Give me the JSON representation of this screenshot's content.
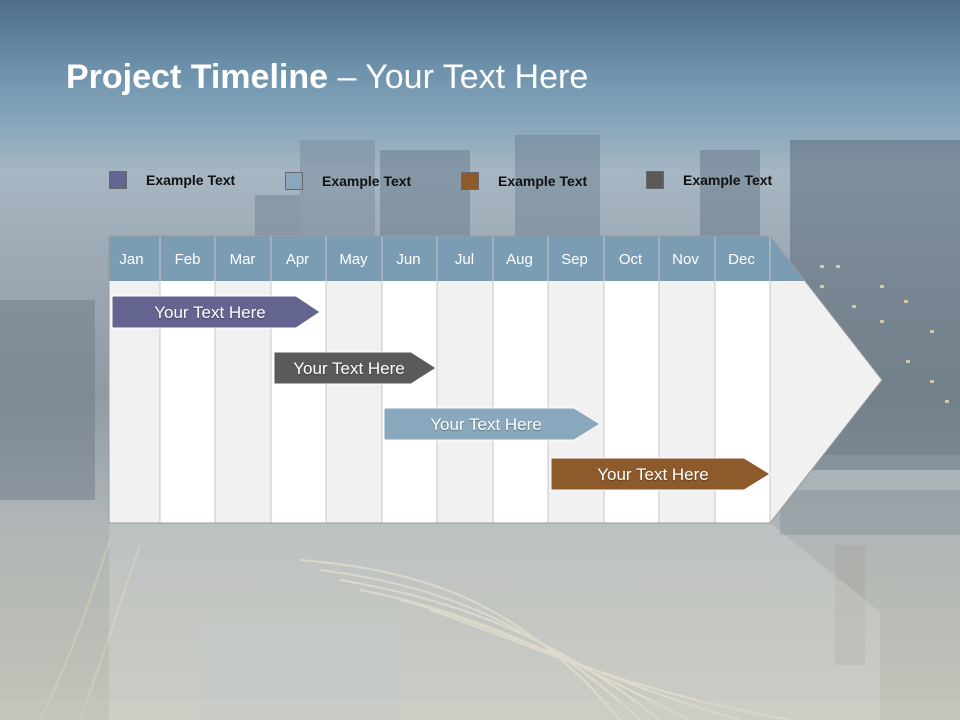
{
  "title": {
    "bold": "Project Timeline",
    "rest": " – Your Text Here"
  },
  "legend": [
    {
      "label": "Example Text",
      "color": "#63648f"
    },
    {
      "label": "Example Text",
      "color": "#89a8bd"
    },
    {
      "label": "Example Text",
      "color": "#8d5a2b"
    },
    {
      "label": "Example Text",
      "color": "#5a5a5a"
    }
  ],
  "months": [
    "Jan",
    "Feb",
    "Mar",
    "Apr",
    "May",
    "Jun",
    "Jul",
    "Aug",
    "Sep",
    "Oct",
    "Nov",
    "Dec"
  ],
  "tasks": [
    {
      "label": "Your  Text Here",
      "color": "#63648f"
    },
    {
      "label": "Your  Text Here",
      "color": "#5a5a5a"
    },
    {
      "label": "Your  Text Here",
      "color": "#89a8bd"
    },
    {
      "label": "Your  Text Here",
      "color": "#8d5a2b"
    }
  ],
  "colors": {
    "header": "#7a9db3",
    "title": "#ffffff"
  }
}
